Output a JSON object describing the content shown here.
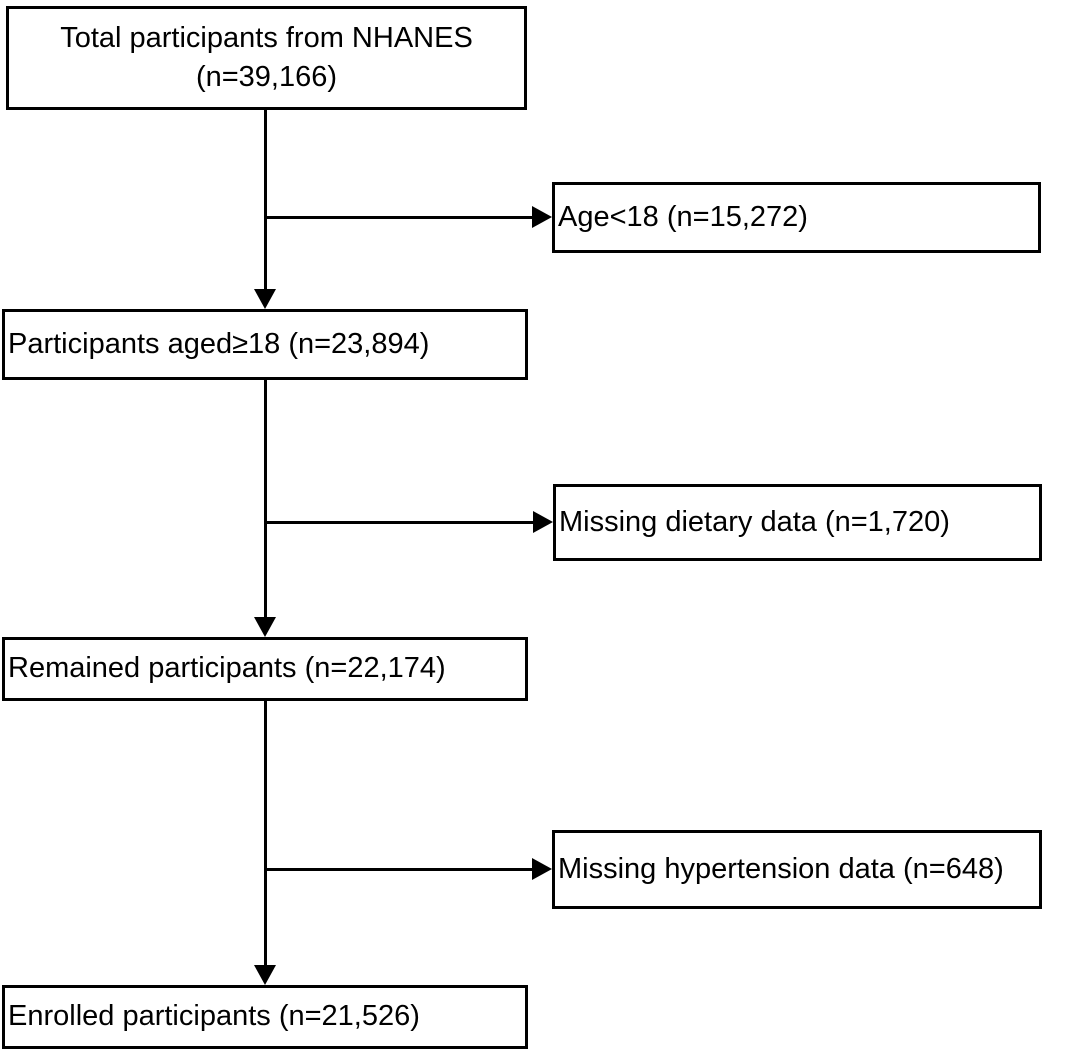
{
  "flowchart": {
    "type": "participant-flow-diagram",
    "colors": {
      "background": "#ffffff",
      "line": "#000000",
      "text": "#000000",
      "box_border": "#000000",
      "box_fill": "#ffffff"
    },
    "main_flow": [
      {
        "line1": "Total participants from NHANES",
        "line2": "(n=39,166)"
      },
      {
        "label": "Participants aged≥18 (n=23,894)"
      },
      {
        "label": "Remained participants (n=22,174)"
      },
      {
        "label": "Enrolled participants (n=21,526)"
      }
    ],
    "exclusions": [
      {
        "label": "Age<18 (n=15,272)"
      },
      {
        "label": "Missing dietary data (n=1,720)"
      },
      {
        "label": "Missing hypertension data (n=648)"
      }
    ]
  }
}
